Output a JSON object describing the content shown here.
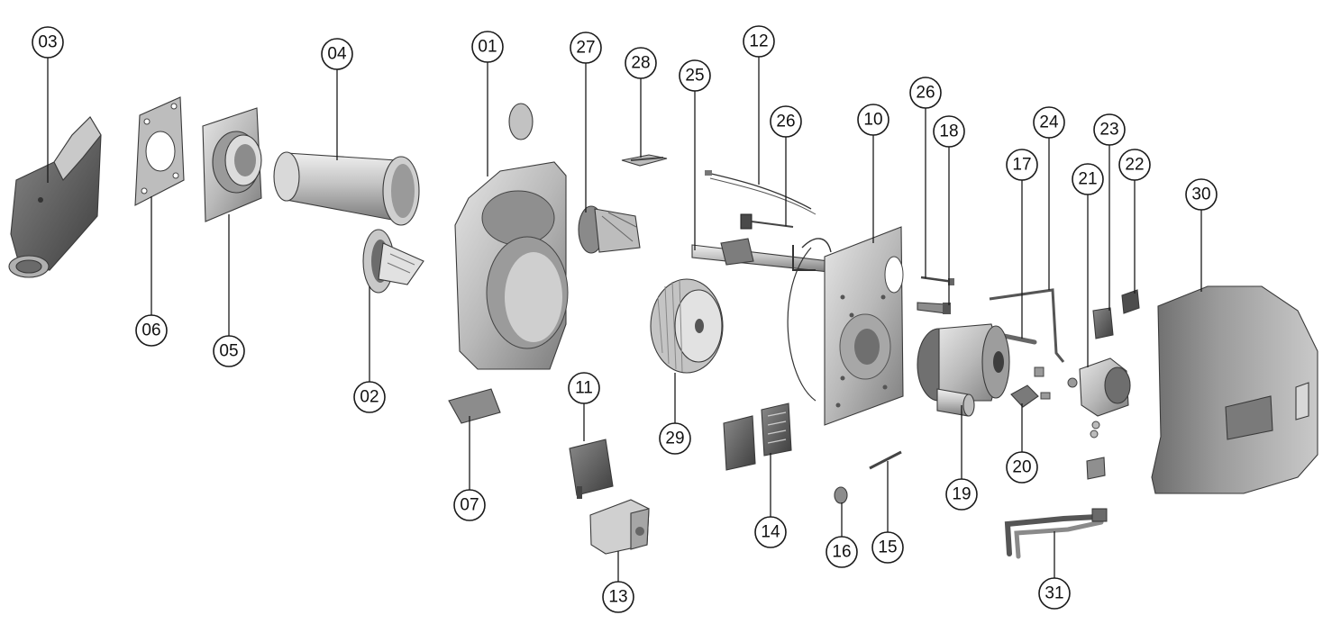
{
  "diagram": {
    "type": "exploded-parts-view",
    "callout_labels": [
      "03",
      "06",
      "05",
      "04",
      "02",
      "01",
      "07",
      "27",
      "28",
      "11",
      "13",
      "25",
      "12",
      "26",
      "29",
      "14",
      "10",
      "16",
      "15",
      "26",
      "18",
      "17",
      "19",
      "24",
      "20",
      "23",
      "21",
      "22",
      "30",
      "31"
    ]
  },
  "colors": {
    "part_light": "#d4d4d4",
    "part_mid": "#a8a8a8",
    "part_dark": "#5c5c5c",
    "outline": "#3a3a3a",
    "callout_stroke": "#1a1a1a",
    "background": "#ffffff"
  }
}
